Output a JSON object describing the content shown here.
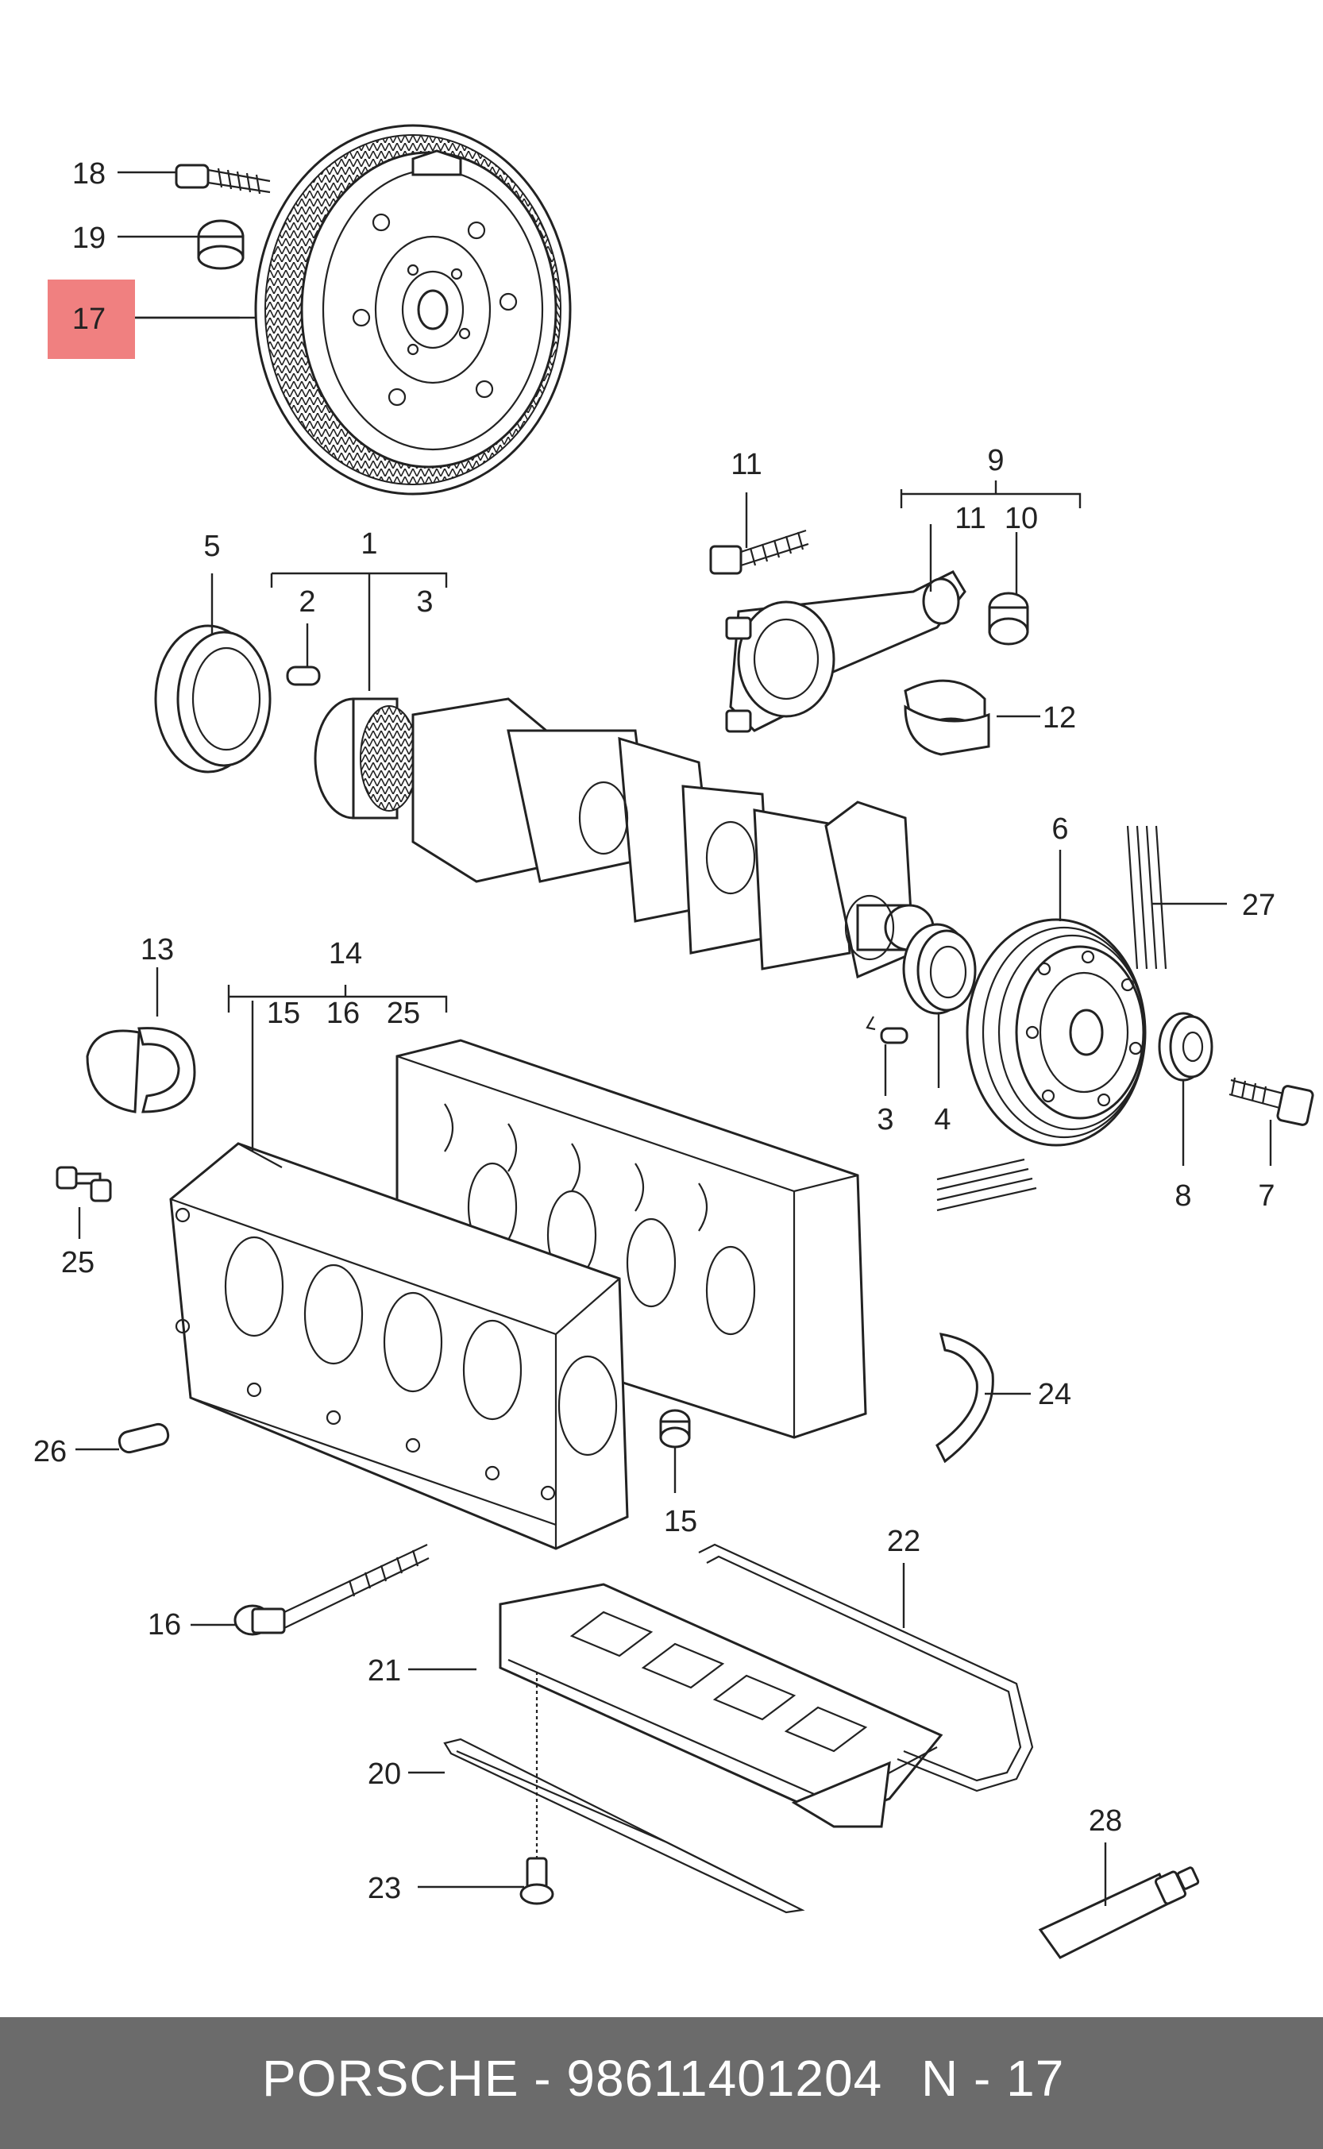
{
  "diagram": {
    "highlight_color": "#f08080",
    "callouts": {
      "c1": "1",
      "c2": "2",
      "c3a": "3",
      "c3b": "3",
      "c4": "4",
      "c5": "5",
      "c6": "6",
      "c7": "7",
      "c8": "8",
      "c9": "9",
      "c10": "10",
      "c11a": "11",
      "c11b": "11",
      "c12": "12",
      "c13": "13",
      "c14": "14",
      "c15a": "15",
      "c15b": "15",
      "c16a": "16",
      "c16b": "16",
      "c17": "17",
      "c18": "18",
      "c19": "19",
      "c20": "20",
      "c21": "21",
      "c22": "22",
      "c23": "23",
      "c24": "24",
      "c25a": "25",
      "c25b": "25",
      "c26": "26",
      "c27": "27",
      "c28": "28"
    }
  },
  "footer": {
    "brand_part": "PORSCHE - 98611401204",
    "page_ref": "N - 17",
    "background": "#6b6b6b"
  }
}
